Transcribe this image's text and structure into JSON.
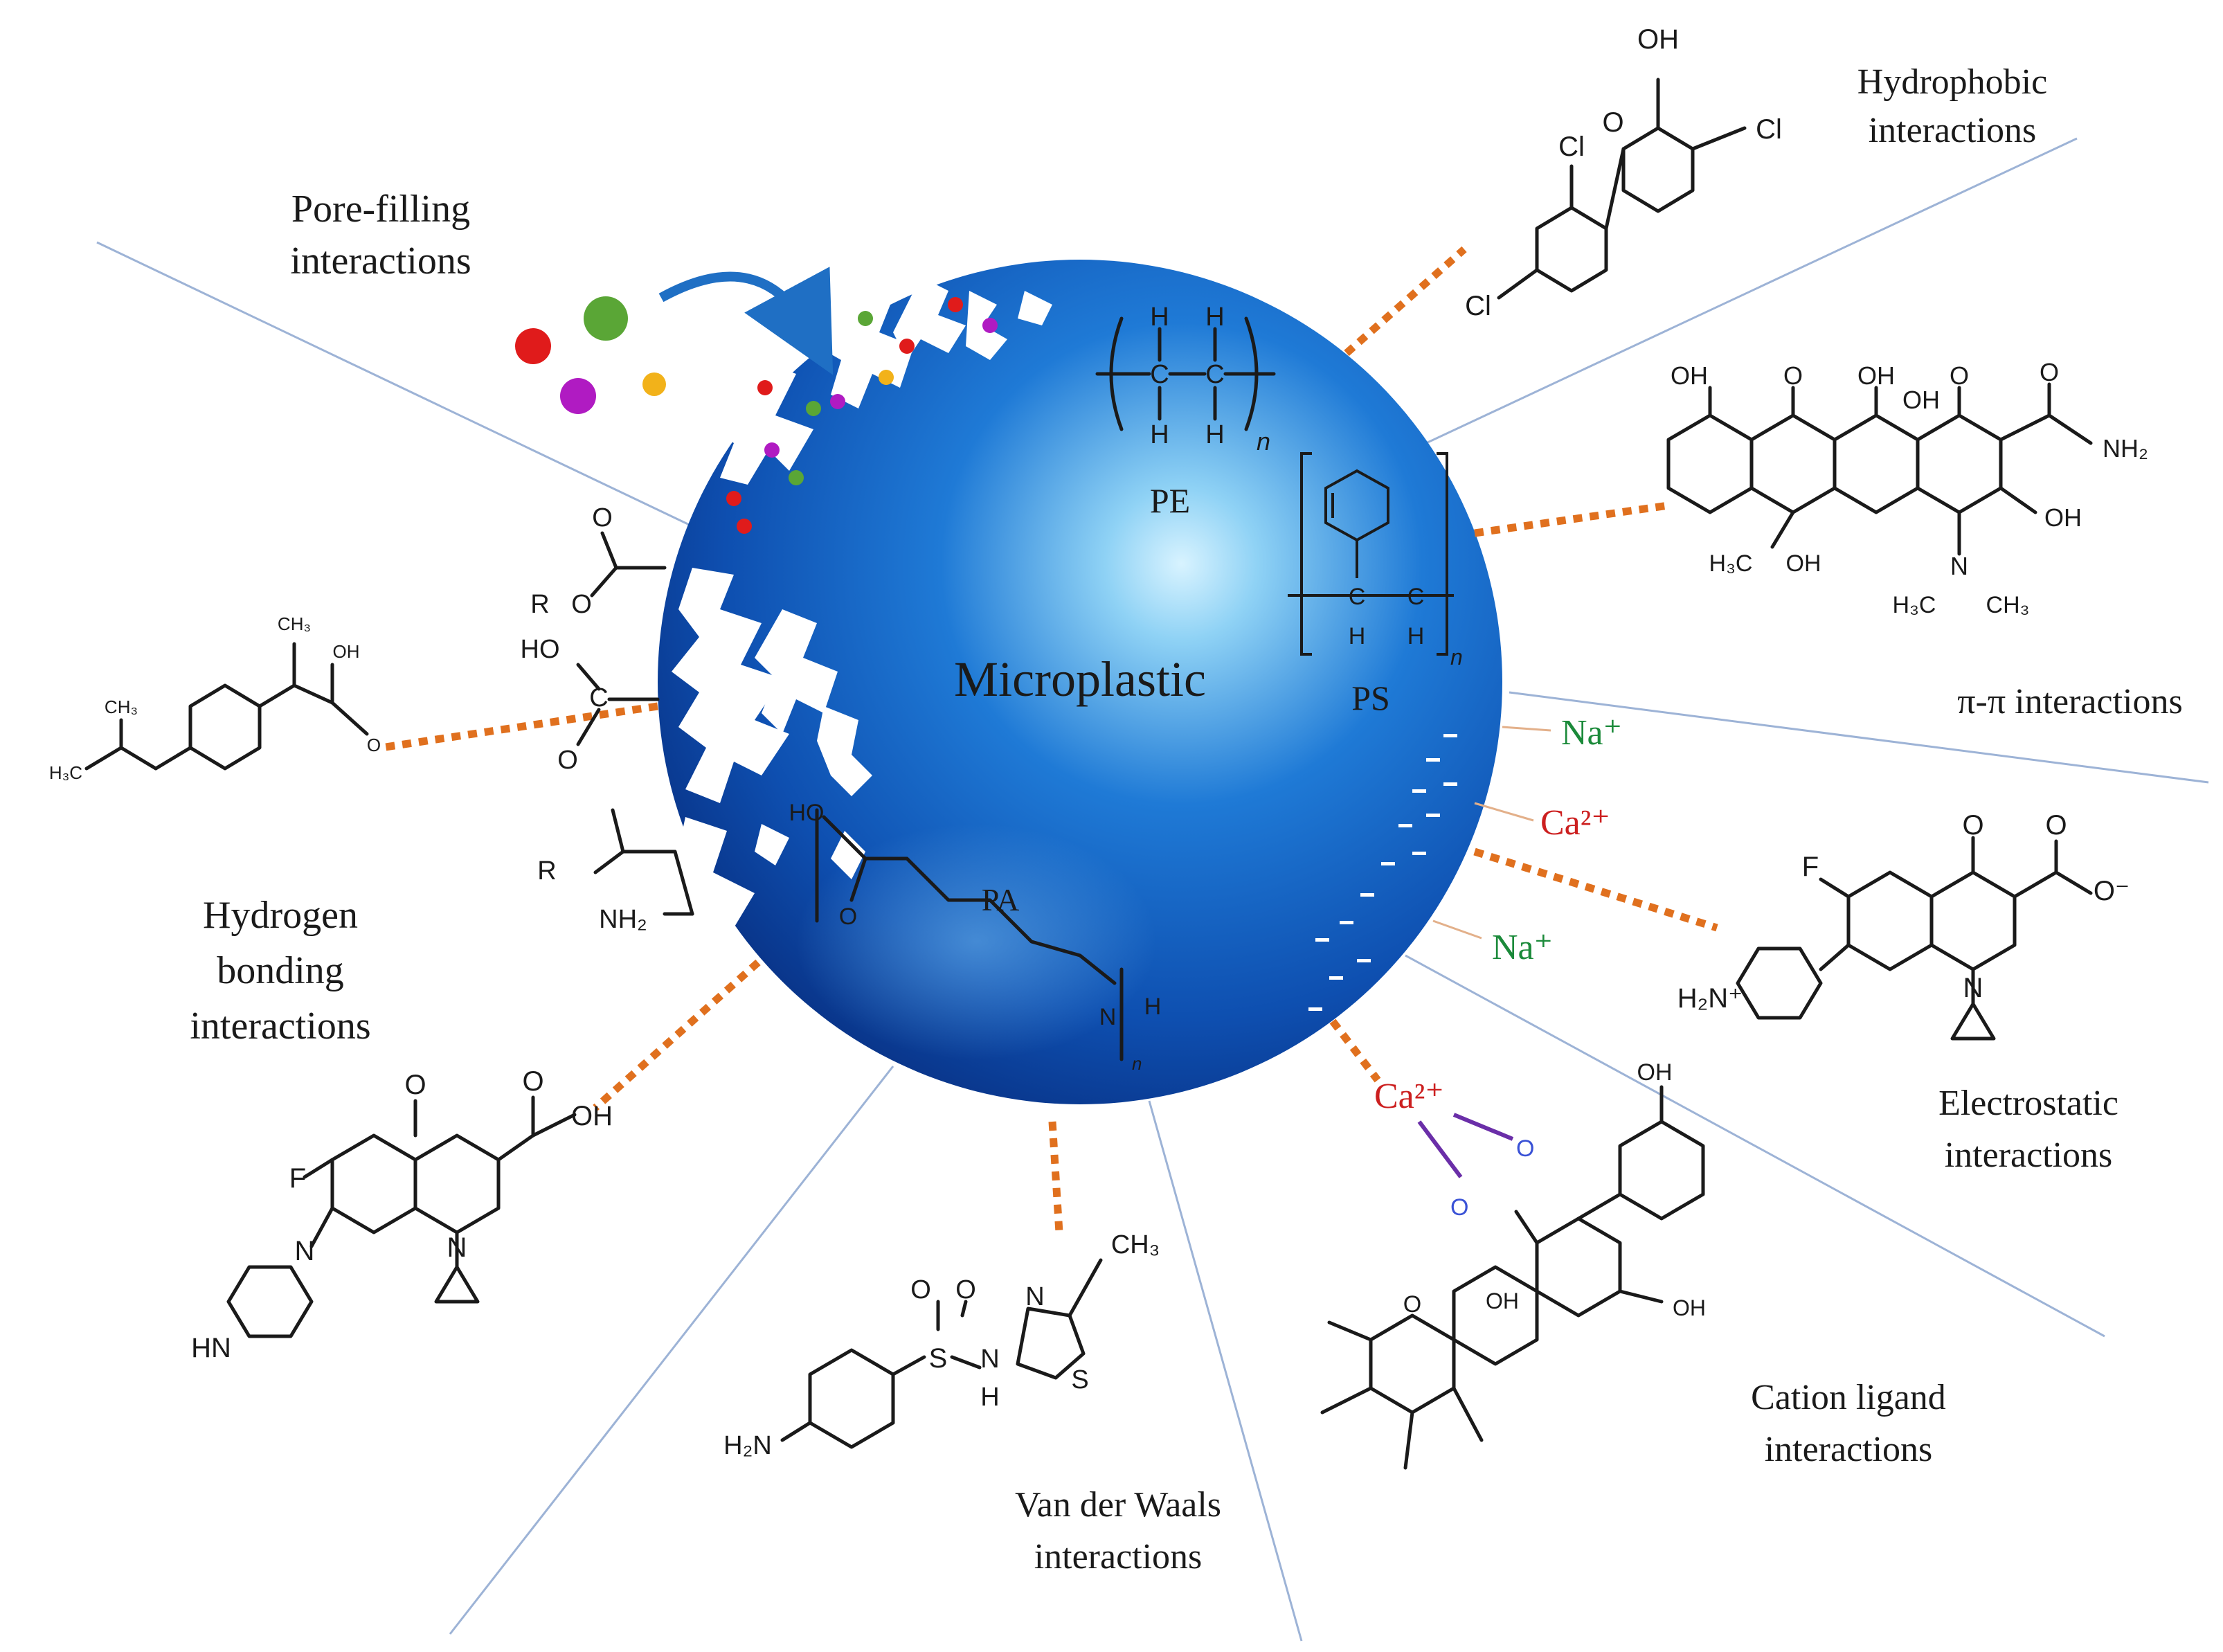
{
  "center": {
    "label": "Microplastic"
  },
  "polymers": {
    "pe": "PE",
    "ps": "PS",
    "pa": "PA",
    "n": "n",
    "h": "H",
    "c": "C",
    "ho": "HO",
    "o": "O",
    "nh": "N"
  },
  "interactions": {
    "pore_filling": {
      "line1": "Pore-filling",
      "line2": "interactions"
    },
    "hydrophobic": {
      "line1": "Hydrophobic",
      "line2": "interactions"
    },
    "pi_pi": {
      "line1": "π-π interactions"
    },
    "electrostatic": {
      "line1": "Electrostatic",
      "line2": "interactions"
    },
    "cation_ligand": {
      "line1": "Cation ligand",
      "line2": "interactions"
    },
    "van_der_waals": {
      "line1": "Van der Waals",
      "line2": "interactions"
    },
    "hydrogen_bonding": {
      "line1": "Hydrogen",
      "line2": "bonding",
      "line3": "interactions"
    }
  },
  "ions": {
    "na1": "Na⁺",
    "ca1": "Ca²⁺",
    "na2": "Na⁺",
    "ca2": "Ca²⁺"
  },
  "molecules": {
    "triclosan": {
      "oh": "OH",
      "cl_top": "Cl",
      "cl_right": "Cl",
      "cl_bottom": "Cl",
      "o": "O"
    },
    "tetracycline": {
      "oh1": "OH",
      "o1": "O",
      "oh2": "OH",
      "oh3": "OH",
      "o2": "O",
      "o3": "O",
      "nh2": "NH₂",
      "oh4": "OH",
      "h3c": "H₃C",
      "oh5": "OH",
      "n": "N",
      "h3c2": "H₃C",
      "ch3": "CH₃"
    },
    "norfloxacin_ion": {
      "f": "F",
      "o": "O",
      "o2": "O",
      "ominus": "O⁻",
      "nplus": "H₂N⁺",
      "n": "N"
    },
    "ciprofloxacin": {
      "o": "O",
      "o2": "O",
      "oh": "OH",
      "f": "F",
      "n": "N",
      "hn": "HN"
    },
    "sulfamethizole": {
      "o1": "O",
      "o2": "O",
      "s": "S",
      "n": "N",
      "nh": "H",
      "ch3": "CH₃",
      "s2": "S",
      "h2n": "H₂N",
      "nring": "N"
    },
    "ibuprofen": {
      "ch3": "CH₃",
      "oh": "OH",
      "o": "O",
      "ch3b": "CH₃",
      "h3c": "H₃C"
    },
    "surface_groups": {
      "r1": "R",
      "o1": "O",
      "ho": "HO",
      "c": "C",
      "o2": "O",
      "r2": "R",
      "o3": "O",
      "nh2": "NH₂"
    }
  },
  "colors": {
    "sphere_dark": "#0a2f8c",
    "sphere_mid": "#1565c8",
    "sphere_light": "#8fd2f5",
    "dots": "#e0701e",
    "divider": "#9db3d6",
    "na_green": "#1b8a3a",
    "ca_red": "#cc1f1f",
    "ligand_purple": "#6a2ea8"
  }
}
